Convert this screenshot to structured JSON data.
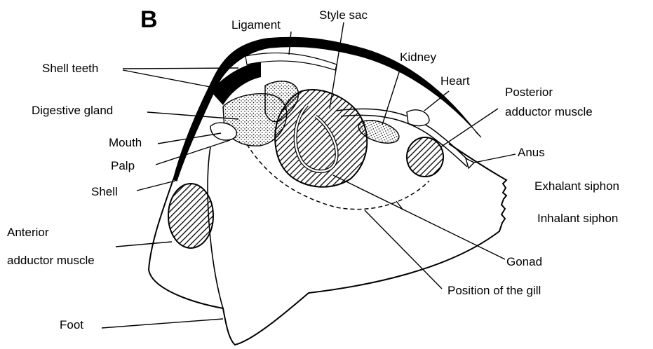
{
  "panel_letter": "B",
  "labels": {
    "ligament": "Ligament",
    "style_sac": "Style sac",
    "kidney": "Kidney",
    "heart": "Heart",
    "shell_teeth": "Shell teeth",
    "posterior_1": "Posterior",
    "posterior_2": "adductor muscle",
    "digestive_gland": "Digestive gland",
    "mouth": "Mouth",
    "palp": "Palp",
    "anus": "Anus",
    "exhalant_siphon": "Exhalant siphon",
    "shell": "Shell",
    "inhalant_siphon": "Inhalant siphon",
    "anterior_1": "Anterior",
    "anterior_2": "adductor muscle",
    "gonad": "Gonad",
    "gill": "Position of the gill",
    "foot": "Foot"
  },
  "colors": {
    "ink": "#000000",
    "paper": "#ffffff"
  }
}
